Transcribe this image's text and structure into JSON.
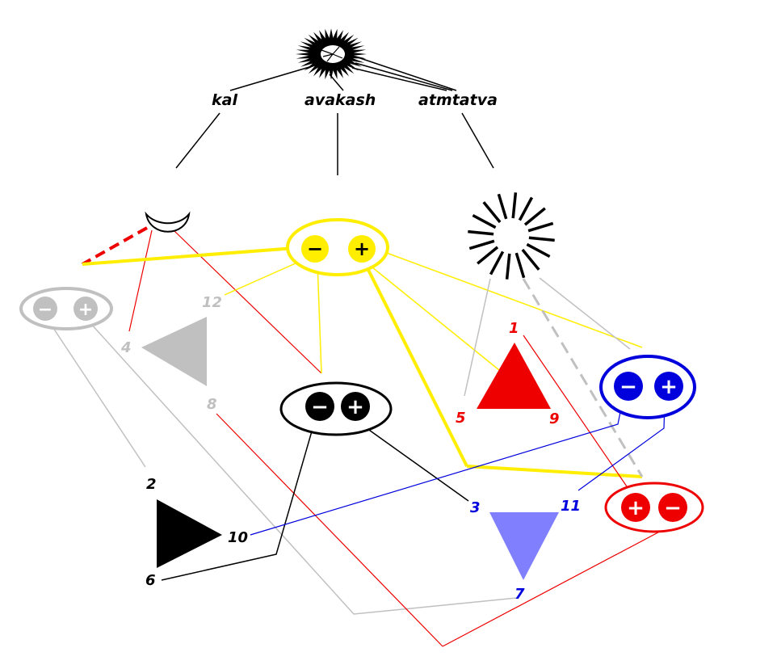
{
  "top_labels": {
    "kal": "kal",
    "avakash": "avakash",
    "atmtatva": "atmtatva"
  },
  "signs": {
    "minus": "−",
    "plus": "+"
  },
  "numbers": {
    "n1": "1",
    "n2": "2",
    "n3": "3",
    "n4": "4",
    "n5": "5",
    "n6": "6",
    "n7": "7",
    "n8": "8",
    "n9": "9",
    "n10": "10",
    "n11": "11",
    "n12": "12"
  },
  "colors": {
    "black": "#000000",
    "yellow": "#ffee00",
    "grey": "#c0c0c0",
    "red": "#ee0000",
    "blue": "#0000dd",
    "lavender": "#8080ff"
  }
}
